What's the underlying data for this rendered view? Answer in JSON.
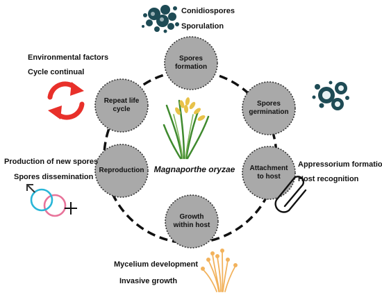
{
  "center_label": "Magnaporthe oryzae",
  "stages": [
    {
      "id": "spores-formation",
      "lines": [
        "Spores",
        "formation"
      ]
    },
    {
      "id": "spores-germination",
      "lines": [
        "Spores",
        "germination"
      ]
    },
    {
      "id": "attachment-to-host",
      "lines": [
        "Attachment",
        "to host"
      ]
    },
    {
      "id": "growth-within-host",
      "lines": [
        "Growth",
        "within host"
      ]
    },
    {
      "id": "reproduction",
      "lines": [
        "Reproduction"
      ]
    },
    {
      "id": "repeat-life-cycle",
      "lines": [
        "Repeat life",
        "cycle"
      ]
    }
  ],
  "annotations": {
    "conidiospores": "Conidiospores",
    "sporulation": "Sporulation",
    "environmental_factors": "Environmental factors",
    "cycle_continual": "Cycle continual",
    "appressorium_formation": "Appressorium formation",
    "host_recognition": "Host recognition",
    "production_new_spores": "Production of new spores",
    "spores_dissemination": "Spores dissemination",
    "mycelium_development": "Mycelium development",
    "invasive_growth": "Invasive growth"
  },
  "icons": {
    "spore_cluster_top": "spore-cluster-icon",
    "spore_cluster_right": "germinating-spore-icon",
    "cycle_arrows": "recycle-arrows-icon",
    "paperclip": "paperclip-icon",
    "gender_symbols": "male-female-symbol-icon",
    "mycelium": "mycelium-icon",
    "rice_plant": "rice-plant-icon"
  },
  "colors": {
    "node_fill": "#a9a9a9",
    "node_border": "#333333",
    "spore_dark": "#1e4b55",
    "spore_light": "#e8f2f3",
    "arrows_red": "#e8302a",
    "male_blue": "#29b6d8",
    "female_pink": "#e8739a",
    "mycelium_orange": "#f2b25c",
    "rice_green": "#3f8a2e",
    "rice_grain": "#e8c24a"
  }
}
